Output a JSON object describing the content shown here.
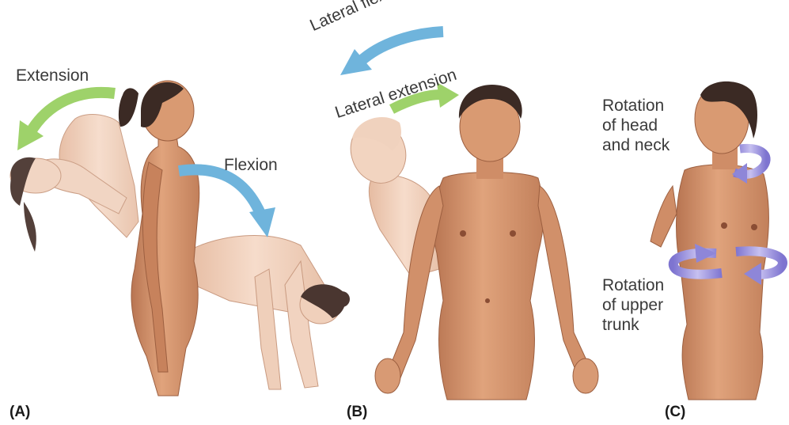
{
  "panels": [
    {
      "letter": "(A)"
    },
    {
      "letter": "(B)"
    },
    {
      "letter": "(C)"
    }
  ],
  "labels": {
    "extension": "Extension",
    "flexion": "Flexion",
    "lateral_flexion": "Lateral flexion",
    "lateral_extension": "Lateral extension",
    "rotation_head": [
      "Rotation",
      "of head",
      "and neck"
    ],
    "rotation_trunk": [
      "Rotation",
      "of upper",
      "trunk"
    ]
  },
  "colors": {
    "skin": "#d99a72",
    "skin_light": "#f2d2bd",
    "hair": "#3b2a24",
    "green_arrow": "#9ed26a",
    "blue_arrow": "#6fb4dc",
    "purple_arrow": "#8e86d8"
  }
}
